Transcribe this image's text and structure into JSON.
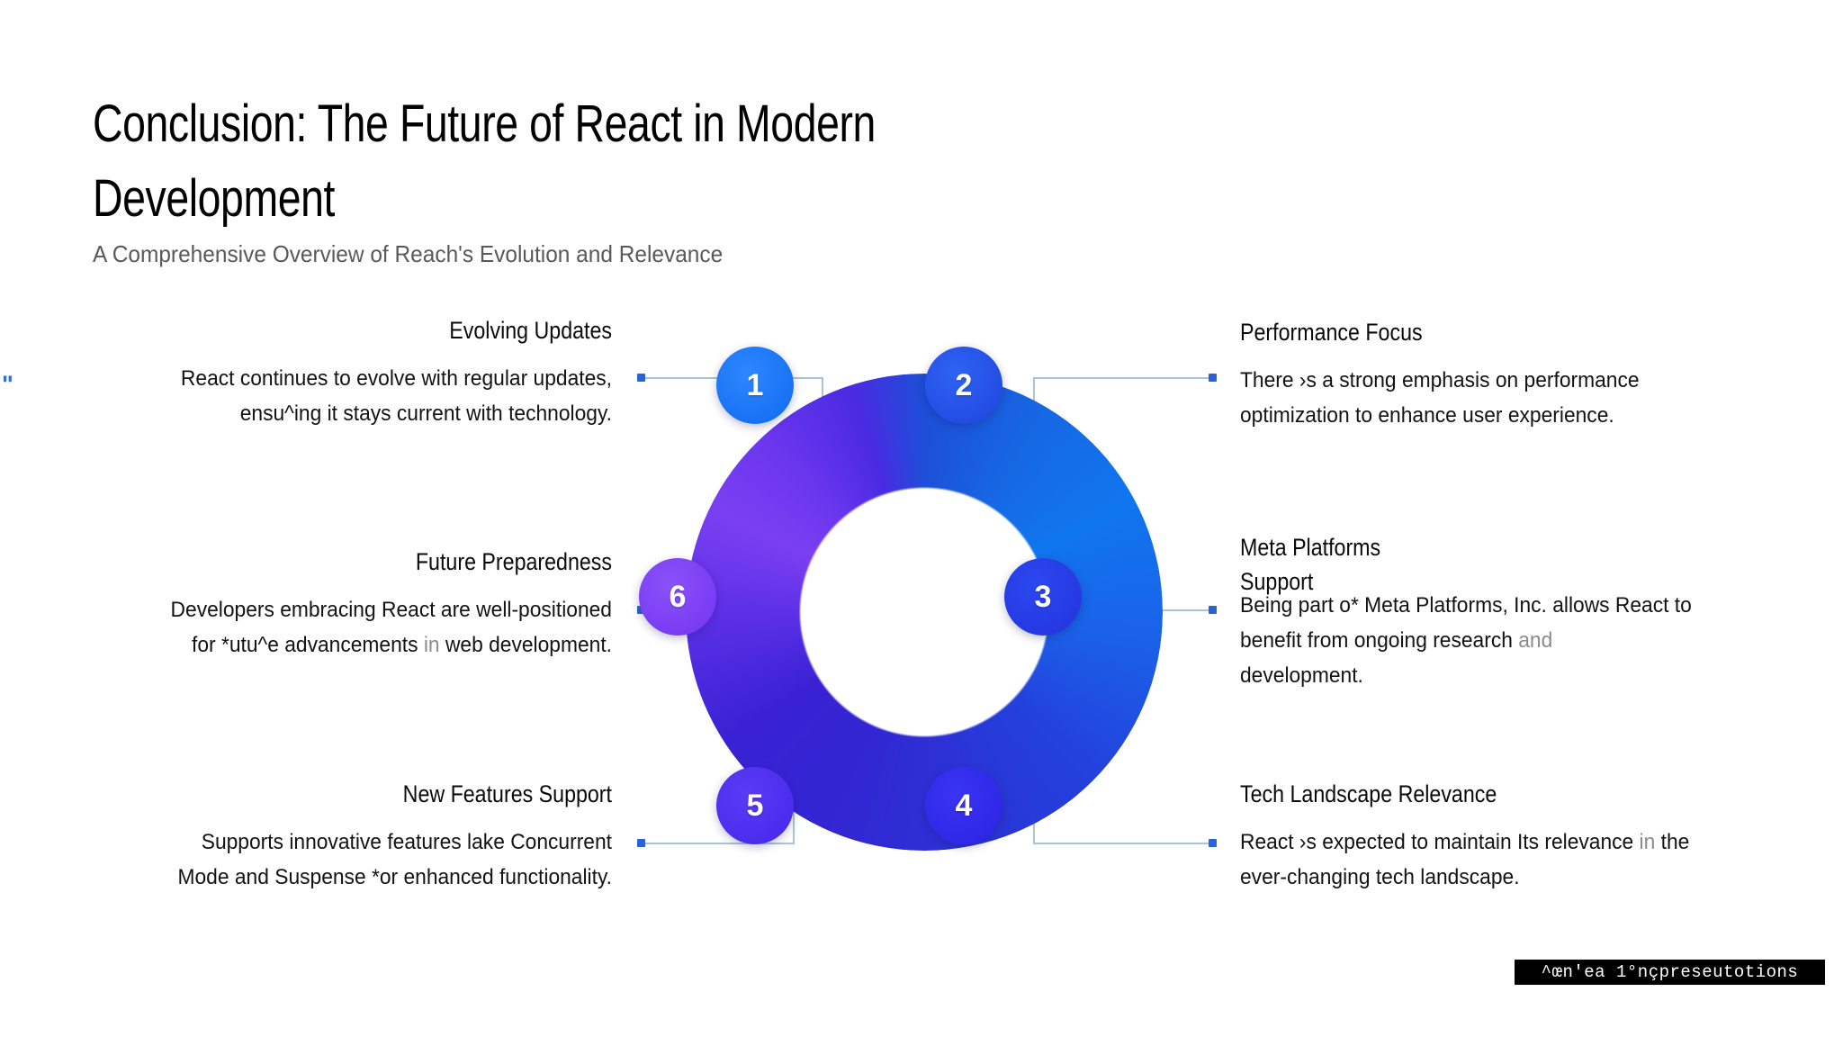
{
  "slide": {
    "title": "Conclusion: The Future of React in Modern Development",
    "subtitle": "A Comprehensive Overview of Reach's Evolution and Relevance",
    "edge_artifact": "\"",
    "watermark": "^œn'ea 1°nçpreseutotions",
    "colors": {
      "title": "#000000",
      "subtitle": "#595959",
      "body": "#131313",
      "dim_text": "#8c8c8c",
      "connector_line": "#a9c5d3",
      "connector_dot": "#2a63d6",
      "ring_blue": "#1076ef",
      "ring_indigo": "#2b33d6",
      "ring_purple": "#7b3ff2"
    }
  },
  "left_blocks": [
    {
      "heading": "Evolving Updates",
      "body_line1": "React continues to evolve with regular updates,",
      "body_line2": "ensu^ing it stays current with technology."
    },
    {
      "heading": "Future Preparedness",
      "body_line1": "Developers embracing React are well-positioned",
      "body_pre": "for *utu^e advancements ",
      "body_dim": "in",
      "body_post": " web development."
    },
    {
      "heading": "New Features Support",
      "body_line1": "Supports innovative features lake Concurrent",
      "body_line2": "Mode and Suspense *or enhanced functionality."
    }
  ],
  "right_blocks": [
    {
      "heading": "Performance Focus",
      "body_line1": "There ›s a strong emphasis on performance",
      "body_line2": "optimization to enhance user experience."
    },
    {
      "heading": "Meta Platforms Support",
      "body_line1": "Being part o* Meta Platforms, Inc. allows React to",
      "body_pre": "benefit from ongoing research ",
      "body_dim": "and",
      "body_post": "",
      "body_line3": "development."
    },
    {
      "heading": "Tech Landscape Relevance",
      "body_pre": "React ›s expected to maintain Its relevance ",
      "body_dim": "in",
      "body_post": " the",
      "body_line2": "ever-changing tech landscape."
    }
  ],
  "diagram": {
    "type": "cycle-donut",
    "node_count": 6,
    "nodes": [
      {
        "number": "1",
        "label": "Evolving Updates"
      },
      {
        "number": "2",
        "label": "Performance Focus"
      },
      {
        "number": "3",
        "label": "Meta Platforms Support"
      },
      {
        "number": "4",
        "label": "Tech Landscape Relevance"
      },
      {
        "number": "5",
        "label": "New Features Support"
      },
      {
        "number": "6",
        "label": "Future Preparedness"
      }
    ]
  }
}
